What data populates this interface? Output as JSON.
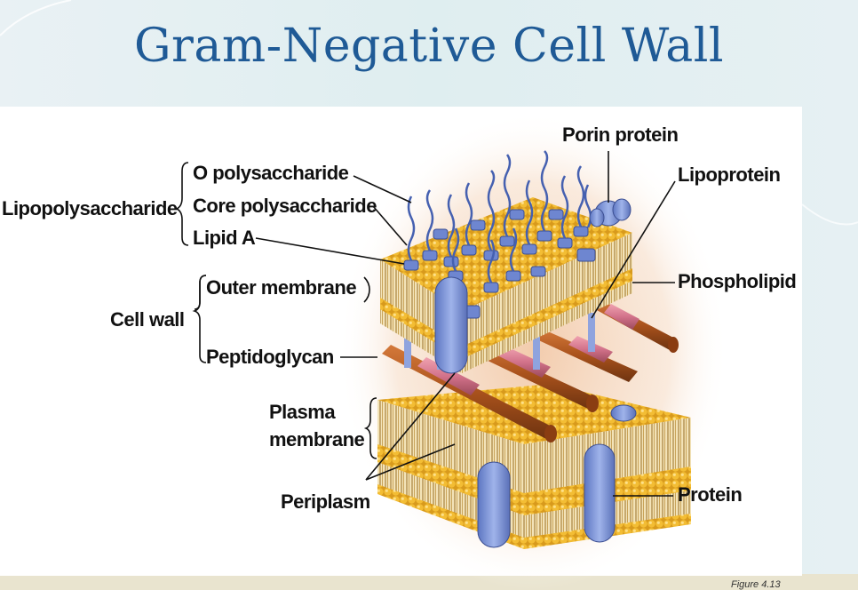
{
  "slide": {
    "title": "Gram-Negative Cell Wall",
    "figure_caption": "Figure 4.13"
  },
  "labels": {
    "o_polysaccharide": "O polysaccharide",
    "core_polysaccharide": "Core polysaccharide",
    "lipid_a": "Lipid A",
    "lipopolysaccharide": "Lipopolysaccharide",
    "outer_membrane": "Outer membrane",
    "cell_wall": "Cell wall",
    "peptidoglycan": "Peptidoglycan",
    "plasma_membrane_line1": "Plasma",
    "plasma_membrane_line2": "membrane",
    "periplasm": "Periplasm",
    "porin_protein": "Porin protein",
    "lipoprotein": "Lipoprotein",
    "phospholipid": "Phospholipid",
    "protein": "Protein"
  },
  "colors": {
    "title": "#1f5a96",
    "lipid_head": "#f0b830",
    "lipid_tail": "#b88a3c",
    "protein": "#7b93d6",
    "peptidoglycan_rod": "#b35a1e",
    "peptidoglycan_band": "#d97a8a",
    "glow": "#f2c9a8"
  }
}
